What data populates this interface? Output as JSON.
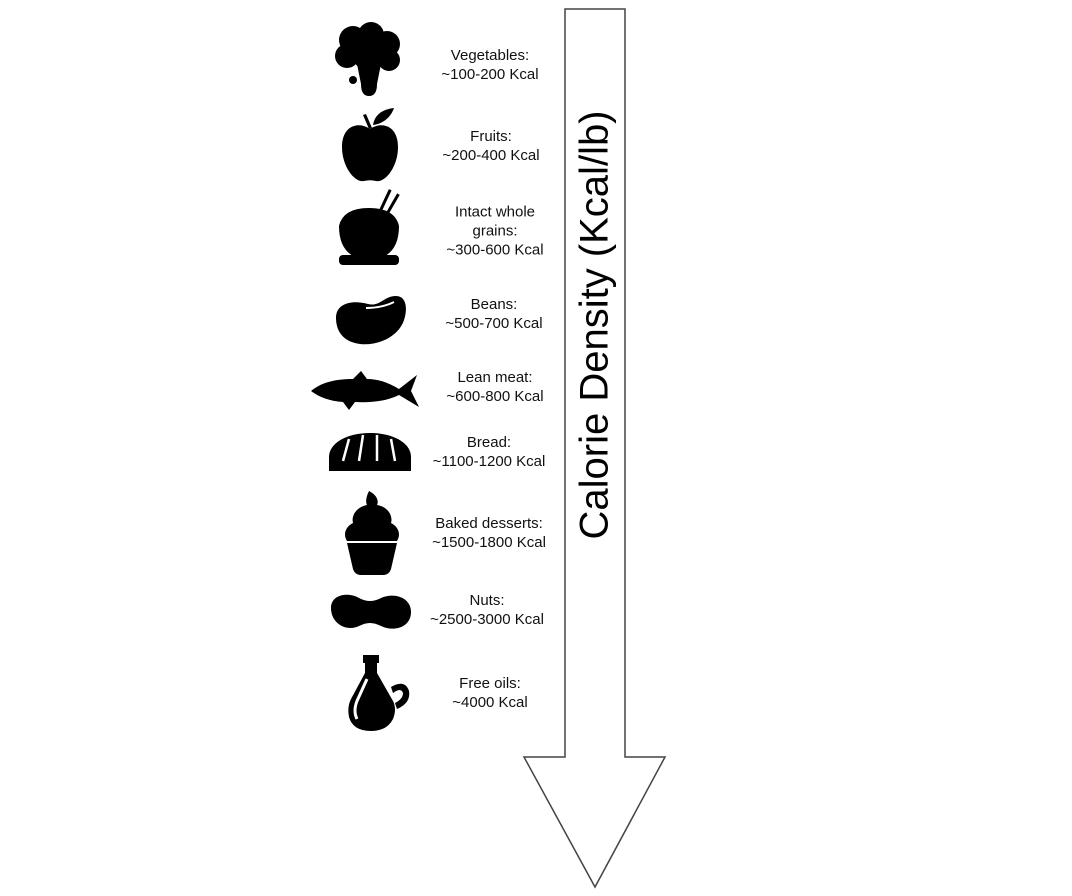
{
  "axis_label": "Calorie Density (Kcal/lb)",
  "items": [
    {
      "icon": "broccoli-icon",
      "name": "Vegetables:",
      "value": "~100-200 Kcal"
    },
    {
      "icon": "apple-icon",
      "name": "Fruits:",
      "value": "~200-400 Kcal"
    },
    {
      "icon": "rice-bowl-icon",
      "name": "Intact whole",
      "name2": "grains:",
      "value": "~300-600 Kcal"
    },
    {
      "icon": "bean-icon",
      "name": "Beans:",
      "value": "~500-700 Kcal"
    },
    {
      "icon": "fish-icon",
      "name": "Lean meat:",
      "value": "~600-800 Kcal"
    },
    {
      "icon": "bread-icon",
      "name": "Bread:",
      "value": "~1100-1200 Kcal"
    },
    {
      "icon": "cupcake-icon",
      "name": "Baked desserts:",
      "value": "~1500-1800 Kcal"
    },
    {
      "icon": "peanut-icon",
      "name": "Nuts:",
      "value": "~2500-3000 Kcal"
    },
    {
      "icon": "oil-bottle-icon",
      "name": "Free oils:",
      "value": "~4000 Kcal"
    }
  ]
}
